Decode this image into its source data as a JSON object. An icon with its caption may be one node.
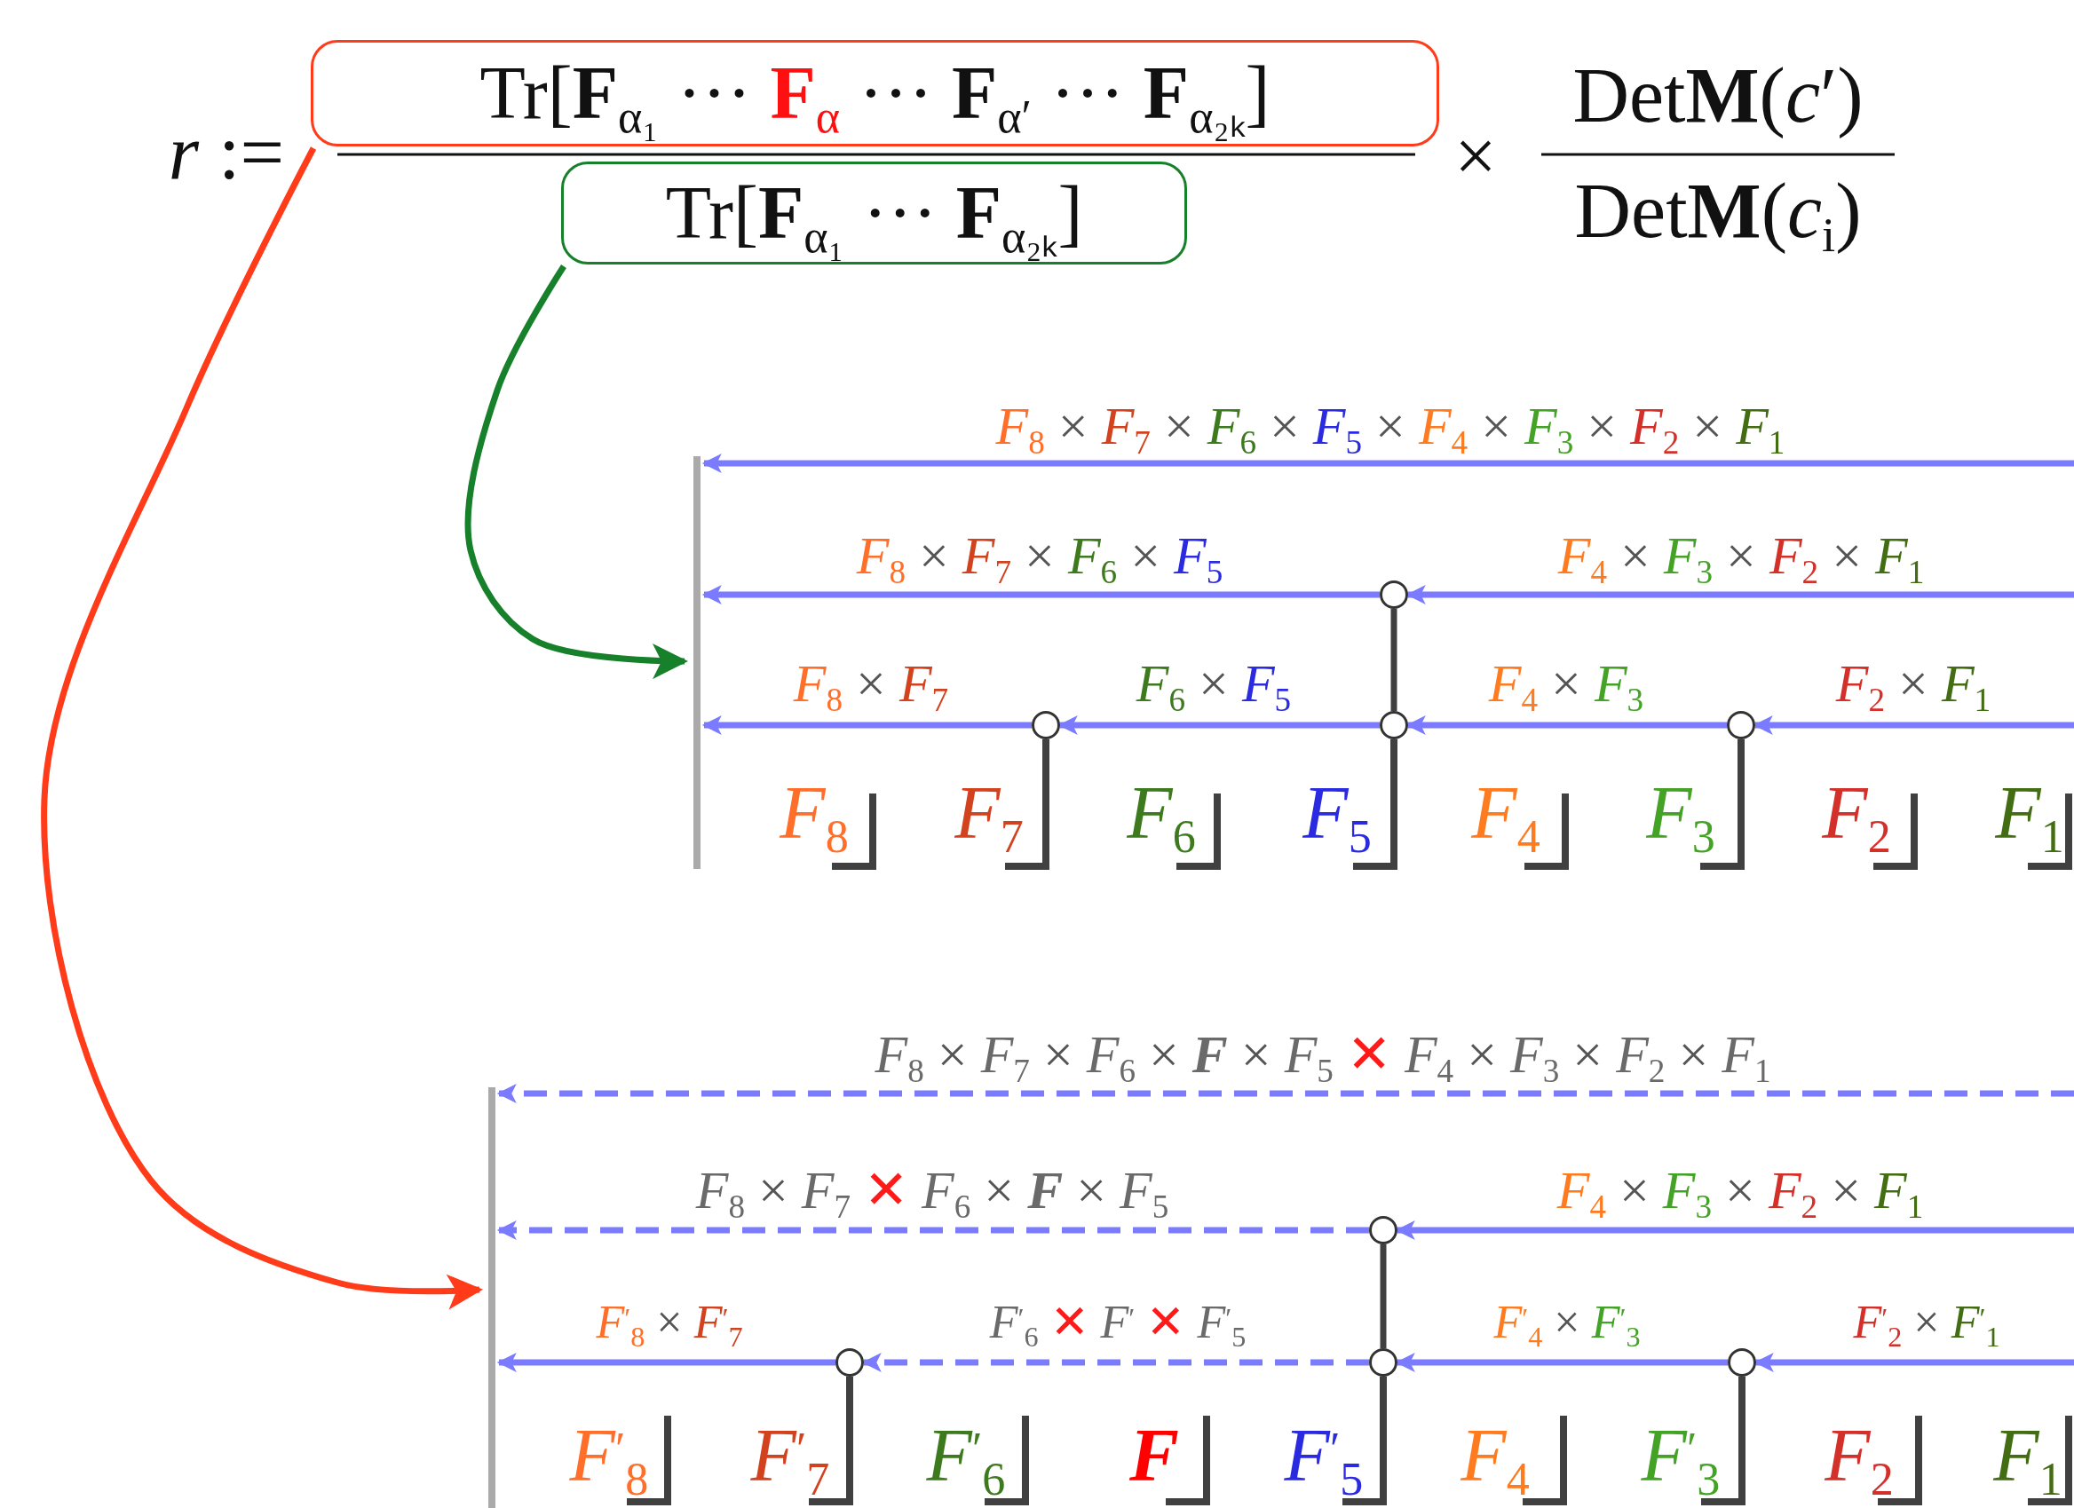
{
  "diagram": {
    "nodes": [
      {
        "text": [
          "Tr[**F**$_{α₁}$ ··· **F**$_{α}$ ··· **F**$_{α′}$ ··· **F**$_{α₂ₖ}$]"
        ]
      },
      {
        "text": [
          "Tr[**F**$_{α₁}$ ··· **F**$_{α₂ₖ}$]"
        ]
      },
      {
        "text": [],
        "shape": "bar"
      },
      {
        "text": [],
        "shape": "circle"
      },
      {
        "text": [],
        "shape": "circle"
      },
      {
        "text": [],
        "shape": "circle"
      },
      {
        "text": [],
        "shape": "circle"
      },
      {
        "text": [],
        "shape": "bar"
      },
      {
        "text": [],
        "shape": "circle"
      },
      {
        "text": [],
        "shape": "circle"
      },
      {
        "text": [],
        "shape": "circle"
      },
      {
        "text": [],
        "shape": "circle"
      }
    ],
    "edges": [
      {
        "from": 0,
        "to": 7,
        "arrow": "to",
        "color": "#ff3b1a"
      },
      {
        "from": 1,
        "to": 2,
        "arrow": "to",
        "color": "#17802a"
      },
      {
        "from": null,
        "to": 2,
        "arrow": "to",
        "label": "*F*$_{8}$ × *F*$_{7}$ × *F*$_{6}$ × *F*$_{5}$ × *F*$_{4}$ × *F*$_{3}$ × *F*$_{2}$ × *F*$_{1}$"
      },
      {
        "from": null,
        "to": 3,
        "arrow": "to",
        "label": "*F*$_{4}$ × *F*$_{3}$ × *F*$_{2}$ × *F*$_{1}$"
      },
      {
        "from": 3,
        "to": 2,
        "arrow": "to",
        "label": "*F*$_{8}$ × *F*$_{7}$ × *F*$_{6}$ × *F*$_{5}$"
      },
      {
        "from": null,
        "to": 6,
        "arrow": "to",
        "label": "*F*$_{2}$ × *F*$_{1}$"
      },
      {
        "from": 6,
        "to": 5,
        "arrow": "to",
        "label": "*F*$_{4}$ × *F*$_{3}$"
      },
      {
        "from": 5,
        "to": 4,
        "arrow": "to",
        "label": "*F*$_{6}$ × *F*$_{5}$"
      },
      {
        "from": 4,
        "to": 2,
        "arrow": "to",
        "label": "*F*$_{8}$ × *F*$_{7}$"
      },
      {
        "from": 3,
        "to": 5,
        "arrow": "none",
        "color": "#404040"
      },
      {
        "from": null,
        "to": 7,
        "arrow": "to",
        "style": "dashed",
        "label": "*F*$_{8}$ × *F*$_{7}$ × *F*$_{6}$ × **F** × *F*$_{5}$ ✕ *F*$_{4}$ × *F*$_{3}$ × *F*$_{2}$ × *F*$_{1}$"
      },
      {
        "from": null,
        "to": 8,
        "arrow": "to",
        "label": "*F*$_{4}$ × *F*$_{3}$ × *F*$_{2}$ × *F*$_{1}$"
      },
      {
        "from": 8,
        "to": 7,
        "arrow": "to",
        "style": "dashed",
        "label": "*F*$_{8}$ × *F*$_{7}$ ✕ *F*$_{6}$ × **F** × *F*$_{5}$"
      },
      {
        "from": null,
        "to": 11,
        "arrow": "to",
        "label": "*F*$^{′}$$_{2}$ × *F*$^{′}$$_{1}$"
      },
      {
        "from": 11,
        "to": 10,
        "arrow": "to",
        "label": "*F*$^{′}$$_{4}$ × *F*$^{′}$$_{3}$"
      },
      {
        "from": 10,
        "to": 9,
        "arrow": "to",
        "style": "dashed",
        "label": "*F*$^{′}$$_{6}$ ✕ *F*$^{′}$ ✕ *F*$^{′}$$_{5}$"
      },
      {
        "from": 9,
        "to": 7,
        "arrow": "to",
        "label": "*F*$^{′}$$_{8}$ × *F*$^{′}$$_{7}$"
      },
      {
        "from": 8,
        "to": 10,
        "arrow": "none",
        "color": "#404040"
      }
    ],
    "labels": [
      "*r* :=",
      "×",
      "Det**M**(*c*′)",
      "Det**M**(*c*$_{i}$)",
      "*F*$_{8}$",
      "*F*$_{7}$",
      "*F*$_{6}$",
      "*F*$_{5}$",
      "*F*$_{4}$",
      "*F*$_{3}$",
      "*F*$_{2}$",
      "*F*$_{1}$",
      "*F*$^{′}$$_{8}$",
      "*F*$^{′}$$_{7}$",
      "*F*$^{′}$$_{6}$",
      "F",
      "*F*$^{′}$$_{5}$",
      "*F*$_{4}$",
      "*F*$^{′}$$_{3}$",
      "*F*$_{2}$",
      "*F*$_{1}$"
    ]
  }
}
